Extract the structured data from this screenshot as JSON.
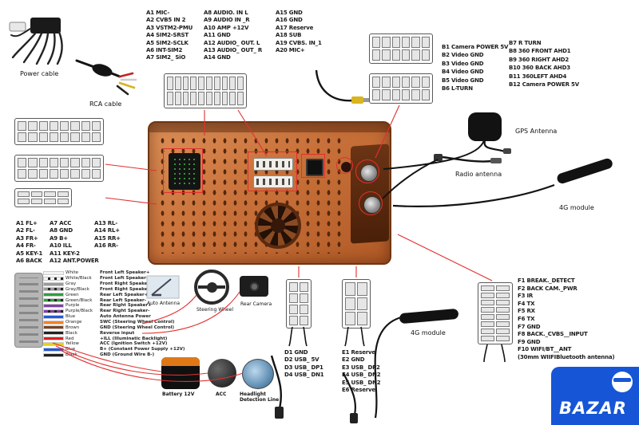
{
  "captions": {
    "power_cable": "Power cable",
    "rca_cable": "RCA cable",
    "gps_antenna": "GPS Antenna",
    "radio_antenna": "Radio antenna",
    "module_4g_right": "4G module",
    "module_4g_bottom": "4G module",
    "auto_antenna": "Auto Antenna",
    "steering_wheel": "Steering Wheel",
    "rear_camera": "Rear Camera",
    "battery": "Battery 12V",
    "acc": "ACC",
    "headlight": "Headlight Detection Line",
    "watermark": "BAZAR"
  },
  "colors": {
    "leader_red": "#e23030",
    "unit_copper": "#c9713a",
    "watermark_blue": "#1656d6"
  },
  "pin_lists": {
    "a_top_1": [
      "A1 MIC-",
      "A2 CVB5 IN 2",
      "A3 VSTM2-PMU",
      "A4 SIM2-SRST",
      "A5 SIM2-SCLK",
      "A6 INT-SIM2",
      "A7 SIM2_ SiO"
    ],
    "a_top_2": [
      "A8 AUDIO. IN L",
      "A9 AUDIO IN _R",
      "A10 AMP +12V",
      "A11 GND",
      "A12 AUDIO_ OUT. L",
      "A13 AUDIO_ OUT_ R",
      "A14 GND"
    ],
    "a_top_3": [
      "A15 GND",
      "A16 GND",
      "A17 Reserve",
      "A18 SUB",
      "A19 CVBS. IN_1",
      "A20 MIC+"
    ],
    "b_list_1": [
      "B1 Camera POWER 5V",
      "B2 Video GND",
      "B3 Video GND",
      "B4 Video GND",
      "B5 Video GND",
      "B6 L-TURN"
    ],
    "b_list_2": [
      "B7 R TURN",
      "B8 360 FRONT AHD1",
      "B9 360 RIGHT AHD2",
      "B10 360 BACK AHD3",
      "B11 360LEFT AHD4",
      "B12 Camera POWER 5V"
    ],
    "a_left_1": [
      "A1 FL+",
      "A2 FL-",
      "A3 FR+",
      "A4 FR-",
      "A5 KEY-1",
      "A6 BACK"
    ],
    "a_left_2": [
      "A7 ACC",
      "A8 GND",
      "A9 B+",
      "A10 ILL",
      "A11 KEY-2",
      "A12 ANT.POWER"
    ],
    "a_left_3": [
      "A13 RL-",
      "A14 RL+",
      "A15 RR+",
      "A16 RR-"
    ],
    "d_list": [
      "D1 GND",
      "D2 USB_ 5V",
      "D3 USB_ DP1",
      "D4 USB_ DN1"
    ],
    "e_list": [
      "E1 Reserve",
      "E2 GND",
      "E3 USB_ DP2",
      "E4 USB_ DN2",
      "E5 USB_ DN2",
      "E6 Reserve"
    ],
    "f_list": [
      "F1 BREAK._DETECT",
      "F2 BACK CAM._PWR",
      "F3 IR",
      "F4 TX",
      "F5 RX",
      "F6 TX",
      "F7 GND",
      "F8 BACK._CVBS__INPUT",
      "F9 GND",
      "F10 WIFI/BT__ANT",
      "(30mm WIIFIBluetooth antenna)"
    ]
  },
  "wires": [
    {
      "name": "White",
      "c1": "#f2f2f2",
      "c2": null,
      "label": "Front Left Speaker+"
    },
    {
      "name": "White/Black",
      "c1": "#f2f2f2",
      "c2": "#222222",
      "label": "Front Left Speaker-"
    },
    {
      "name": "Gray",
      "c1": "#9a9a9a",
      "c2": null,
      "label": "Front Right Speaker+"
    },
    {
      "name": "Gray/Black",
      "c1": "#9a9a9a",
      "c2": "#222222",
      "label": "Front Right Speaker-"
    },
    {
      "name": "Green",
      "c1": "#2f9e3f",
      "c2": null,
      "label": "Rear Left Speaker+"
    },
    {
      "name": "Green/Black",
      "c1": "#2f9e3f",
      "c2": "#222222",
      "label": "Rear Left Speaker-"
    },
    {
      "name": "Purple",
      "c1": "#8040a8",
      "c2": null,
      "label": "Rear Right Speaker+"
    },
    {
      "name": "Purple/Black",
      "c1": "#8040a8",
      "c2": "#222222",
      "label": "Rear Right Speaker-"
    },
    {
      "name": "Blue",
      "c1": "#2458d8",
      "c2": null,
      "label": "Auto Antenna Power"
    },
    {
      "name": "Orange",
      "c1": "#f58220",
      "c2": null,
      "label": "SWC (Steering Wheel Control)"
    },
    {
      "name": "Brown",
      "c1": "#7a4520",
      "c2": null,
      "label": "GND (Steering Wheel Control)"
    },
    {
      "name": "Black",
      "c1": "#222222",
      "c2": null,
      "label": "Reverse input"
    },
    {
      "name": "Red",
      "c1": "#d92020",
      "c2": null,
      "label": "+ILL (Illuminatic Backlight)"
    },
    {
      "name": "Yellow",
      "c1": "#e6d020",
      "c2": null,
      "label": "ACC (Ignition Switch +12V)"
    },
    {
      "name": "Blue",
      "c1": "#2458d8",
      "c2": null,
      "label": "B+ (Constant Power Supply +12V)"
    },
    {
      "name": "Black",
      "c1": "#222222",
      "c2": null,
      "label": "GND (Ground Wire B-)"
    }
  ]
}
